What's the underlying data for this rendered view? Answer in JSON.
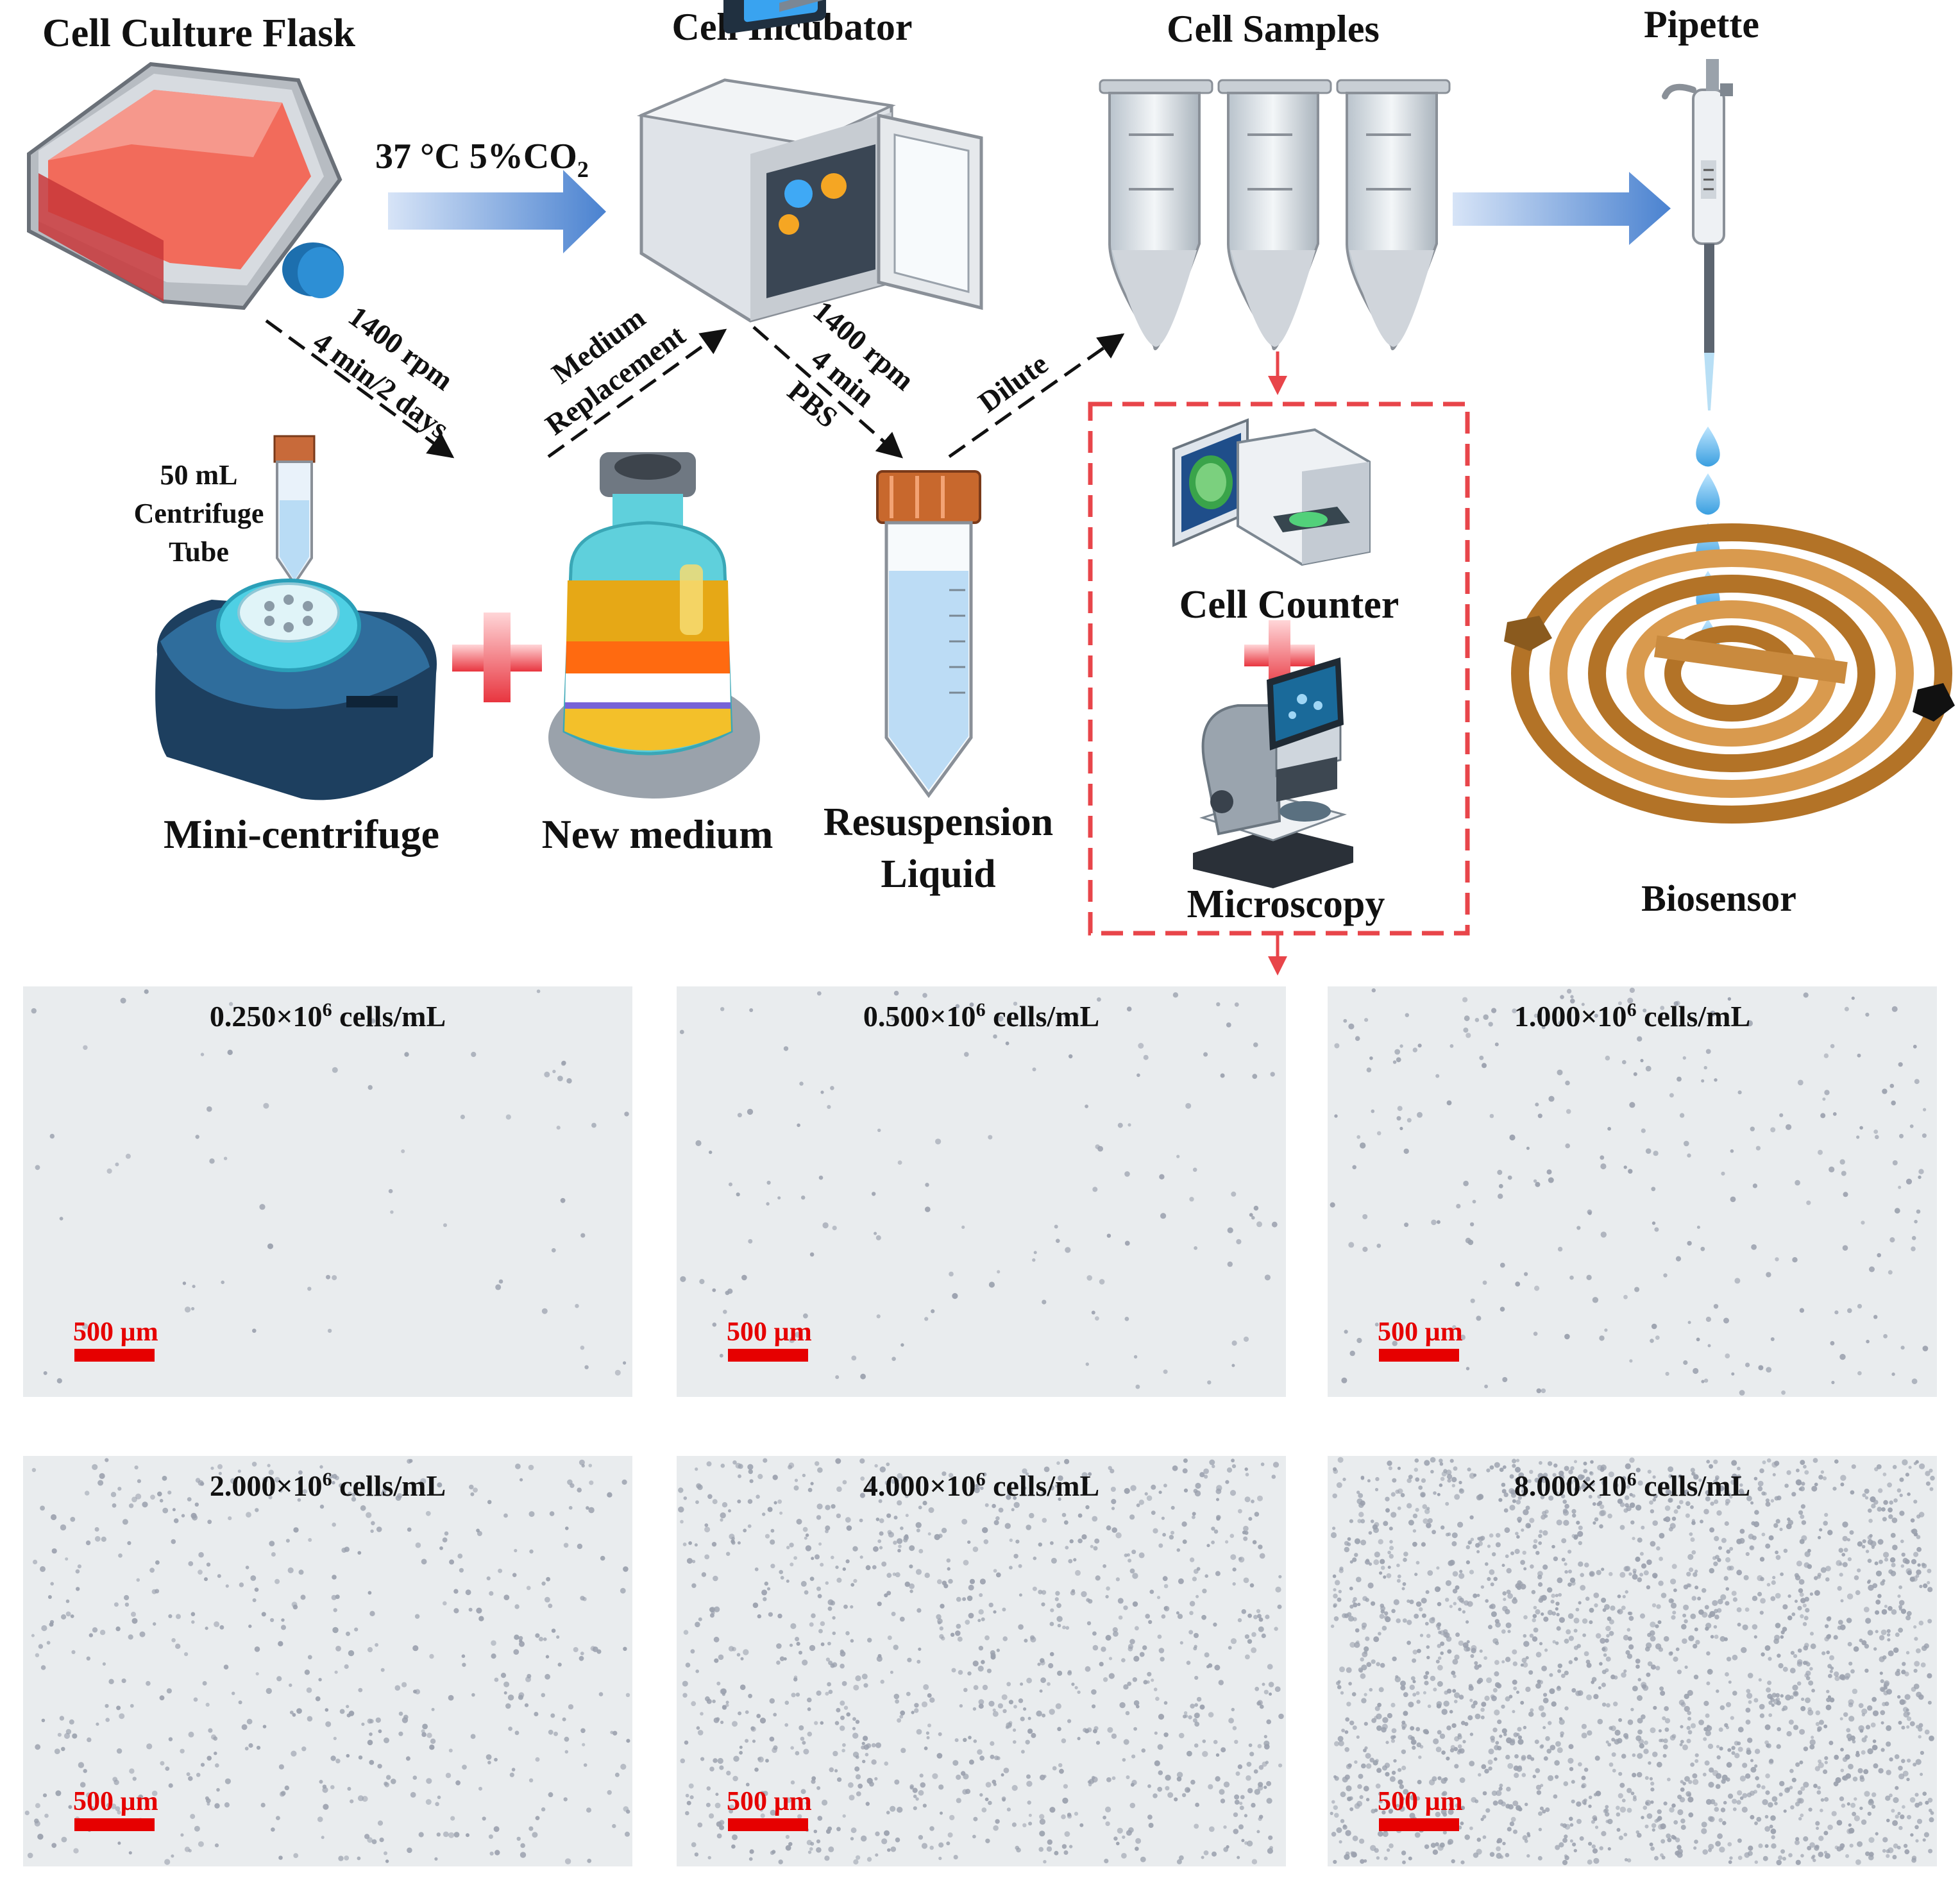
{
  "titles": {
    "flask": "Cell Culture Flask",
    "incubator": "Cell Incubator",
    "samples": "Cell Samples",
    "pipette": "Pipette"
  },
  "labels": {
    "incubation": "37 °C 5%CO",
    "incubation_sub": "2",
    "centrifuge_rpm": "1400 rpm",
    "centrifuge_time": "4 min/2 days",
    "medium_replacement_1": "Medium",
    "medium_replacement_2": "Replacement",
    "spin_rpm": "1400 rpm",
    "spin_time": "4 min",
    "spin_buffer": "PBS",
    "dilute": "Dilute",
    "tube_1": "50 mL",
    "tube_2": "Centrifuge",
    "tube_3": "Tube",
    "minicentrifuge": "Mini-centrifuge",
    "new_medium": "New medium",
    "resuspension_1": "Resuspension",
    "resuspension_2": "Liquid",
    "cell_counter": "Cell Counter",
    "microscopy": "Microscopy",
    "biosensor": "Biosensor"
  },
  "micrographs": [
    {
      "value": "0.250×10",
      "exp": "6",
      "unit": " cells/mL",
      "density": 0.03
    },
    {
      "value": "0.500×10",
      "exp": "6",
      "unit": " cells/mL",
      "density": 0.06
    },
    {
      "value": "1.000×10",
      "exp": "6",
      "unit": " cells/mL",
      "density": 0.12
    },
    {
      "value": "2.000×10",
      "exp": "6",
      "unit": " cells/mL",
      "density": 0.25
    },
    {
      "value": "4.000×10",
      "exp": "6",
      "unit": " cells/mL",
      "density": 0.5
    },
    {
      "value": "8.000×10",
      "exp": "6",
      "unit": " cells/mL",
      "density": 1.0
    }
  ],
  "scale_bar": "500 µm",
  "colors": {
    "arrow_blue": "#5b8fd6",
    "dashed_box": "#e8454a",
    "scale_red": "#e60000",
    "cross_red": "#e8353f",
    "flask_medium": "#f26b5b",
    "copper": "#c98a3e"
  }
}
